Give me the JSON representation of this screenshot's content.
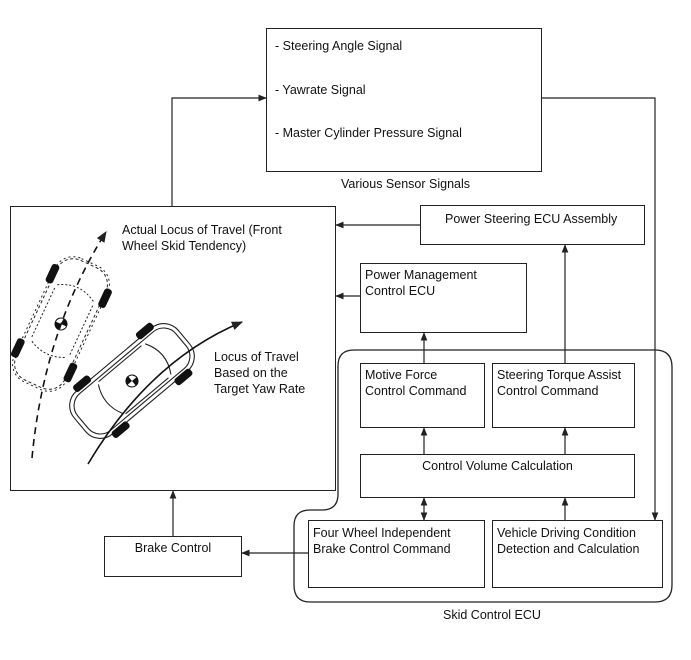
{
  "sensor_box": {
    "items": [
      "- Steering Angle Signal",
      "- Yawrate Signal",
      "- Master Cylinder Pressure Signal"
    ],
    "caption": "Various Sensor Signals"
  },
  "vehicle_panel": {
    "actual_locus_line1": "Actual Locus of Travel (Front",
    "actual_locus_line2": "Wheel Skid Tendency)",
    "target_locus_line1": "Locus of Travel",
    "target_locus_line2": "Based on the",
    "target_locus_line3": "Target Yaw Rate"
  },
  "power_steering_ecu": "Power Steering ECU Assembly",
  "power_management_ecu": {
    "line1": "Power Management",
    "line2": "Control ECU"
  },
  "skid_control_ecu": {
    "caption": "Skid Control ECU",
    "motive_force": {
      "line1": "Motive Force",
      "line2": "Control Command"
    },
    "steering_torque": {
      "line1": "Steering Torque Assist",
      "line2": "Control Command"
    },
    "control_volume": "Control Volume Calculation",
    "four_wheel": {
      "line1": "Four Wheel Independent",
      "line2": "Brake Control Command"
    },
    "vehicle_driving": {
      "line1": "Vehicle Driving Condition",
      "line2": "Detection and Calculation"
    }
  },
  "brake_control": "Brake Control",
  "colors": {
    "line": "#222222",
    "background": "#ffffff"
  }
}
